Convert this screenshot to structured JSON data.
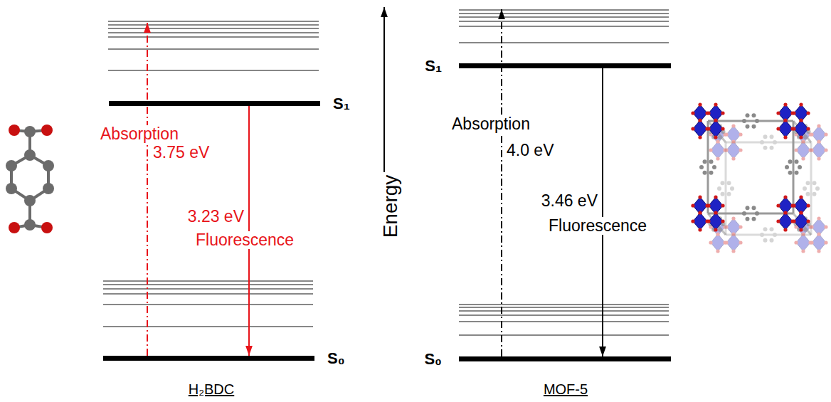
{
  "diagram": {
    "nodes": [
      {
        "text": [
          "S₁"
        ]
      },
      {
        "text": [
          "S₀"
        ]
      },
      {
        "text": [
          "S₁"
        ]
      },
      {
        "text": [
          "S₀"
        ]
      }
    ],
    "edges": [
      {
        "from": 0,
        "to": 1,
        "arrow": "to"
      },
      {
        "from": 2,
        "to": 3,
        "arrow": "to"
      }
    ],
    "labels": [
      "Absorption",
      "3.75 eV",
      "3.23 eV",
      "Fluorescence",
      "H₂BDC",
      "Energy",
      "Absorption",
      "4.0 eV",
      "3.46 eV",
      "Fluorescence",
      "MOF-5"
    ]
  }
}
